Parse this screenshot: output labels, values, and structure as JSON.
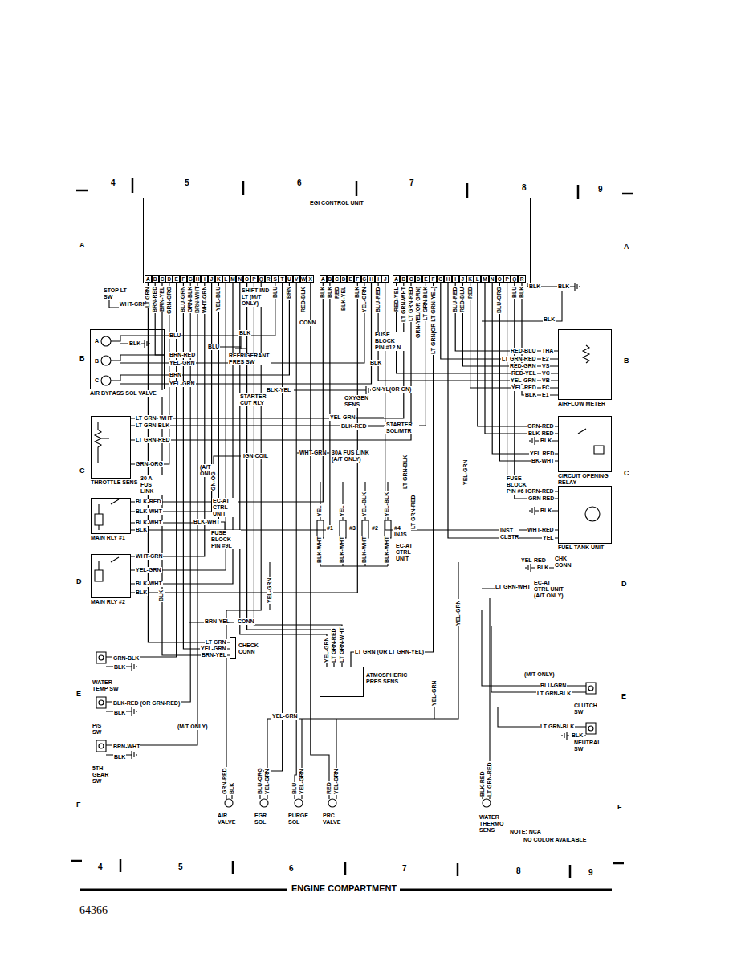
{
  "diagram": {
    "nodes": [
      {
        "text": [
          "EGI CONTROL UNIT"
        ]
      },
      {
        "text": [
          "AIR BYPASS SOL VALVE"
        ]
      },
      {
        "text": [
          "AIRFLOW METER"
        ]
      },
      {
        "text": [
          "THROTTLE SENS"
        ]
      },
      {
        "text": [
          "CIRCUIT OPENING RELAY"
        ]
      },
      {
        "text": [
          "FUEL TANK UNIT"
        ]
      },
      {
        "text": [
          "MAIN RLY #1"
        ]
      },
      {
        "text": [
          "MAIN RLY #2"
        ]
      },
      {
        "text": [
          "CHECK CONN"
        ]
      },
      {
        "text": [
          "ATMOSPHERIC PRES SENS"
        ]
      }
    ],
    "edges": [
      {
        "from": 1,
        "to": 0,
        "arrow": "none",
        "label": "BLU"
      },
      {
        "from": 1,
        "to": 0,
        "arrow": "none",
        "label": "BRN-RED"
      },
      {
        "from": 1,
        "to": 0,
        "arrow": "none",
        "label": "YEL-GRN"
      },
      {
        "from": 1,
        "to": 0,
        "arrow": "none",
        "label": "BRN"
      },
      {
        "from": 1,
        "to": 0,
        "arrow": "none",
        "label": "YEL-GRN"
      },
      {
        "from": 3,
        "to": 0,
        "arrow": "none",
        "label": "LT GRN- WHT"
      },
      {
        "from": 3,
        "to": 0,
        "arrow": "none",
        "label": "LT GRN-BLK"
      },
      {
        "from": 3,
        "to": 0,
        "arrow": "none",
        "label": "LT GRN-RED"
      },
      {
        "from": 3,
        "to": 0,
        "arrow": "none",
        "label": "GRN-ORG"
      },
      {
        "from": 6,
        "to": 0,
        "arrow": "none",
        "label": "BLK-RED"
      },
      {
        "from": 6,
        "to": 0,
        "arrow": "none",
        "label": "BLK-WHT"
      },
      {
        "from": 6,
        "to": 0,
        "arrow": "none",
        "label": "BLK-WHT"
      },
      {
        "from": 6,
        "to": 0,
        "arrow": "none",
        "label": "BLK"
      },
      {
        "from": 7,
        "to": 0,
        "arrow": "none",
        "label": "WHT-GRN"
      },
      {
        "from": 7,
        "to": 0,
        "arrow": "none",
        "label": "YEL-GRN"
      },
      {
        "from": 7,
        "to": 0,
        "arrow": "none",
        "label": "BLK-WHT"
      },
      {
        "from": 7,
        "to": 0,
        "arrow": "none",
        "label": "BLK"
      },
      {
        "from": 2,
        "to": 0,
        "arrow": "none",
        "label": "RED-BLU"
      },
      {
        "from": 2,
        "to": 0,
        "arrow": "none",
        "label": "LT GRN-RED"
      },
      {
        "from": 2,
        "to": 0,
        "arrow": "none",
        "label": "RED-GRN"
      },
      {
        "from": 2,
        "to": 0,
        "arrow": "none",
        "label": "RED-YEL"
      },
      {
        "from": 2,
        "to": 0,
        "arrow": "none",
        "label": "YEL-GRN"
      },
      {
        "from": 2,
        "to": 0,
        "arrow": "none",
        "label": "YEL-RED"
      },
      {
        "from": 2,
        "to": 0,
        "arrow": "none",
        "label": "BLK"
      },
      {
        "from": 4,
        "to": 0,
        "arrow": "none",
        "label": "GRN-RED"
      },
      {
        "from": 4,
        "to": 0,
        "arrow": "none",
        "label": "BLK-RED"
      },
      {
        "from": 4,
        "to": 0,
        "arrow": "none",
        "label": "YEL RED"
      },
      {
        "from": 4,
        "to": 0,
        "arrow": "none",
        "label": "BK-WHT"
      },
      {
        "from": 5,
        "to": 0,
        "arrow": "none",
        "label": "GRN-RED"
      },
      {
        "from": 5,
        "to": 0,
        "arrow": "none",
        "label": "GRN RED"
      },
      {
        "from": 5,
        "to": 0,
        "arrow": "none",
        "label": "WHT-RED"
      },
      {
        "from": 5,
        "to": 0,
        "arrow": "none",
        "label": "YEL"
      },
      {
        "from": 9,
        "to": 0,
        "arrow": "none",
        "label": "YEL-GRN"
      },
      {
        "from": 9,
        "to": 0,
        "arrow": "none",
        "label": "LT GRN-RED"
      },
      {
        "from": 9,
        "to": 0,
        "arrow": "none",
        "label": "LT GRN-WHT"
      },
      {
        "from": 9,
        "to": 0,
        "arrow": "none",
        "label": "LT GRN (OR LT GRN-YEL)"
      },
      {
        "from": 8,
        "to": 0,
        "arrow": "none",
        "label": "LT GRN"
      },
      {
        "from": 8,
        "to": 0,
        "arrow": "none",
        "label": "YEL-GRN"
      },
      {
        "from": 8,
        "to": 0,
        "arrow": "none",
        "label": "BRN-YEL"
      }
    ],
    "labels": [
      "A",
      "B",
      "C",
      "D",
      "E",
      "F",
      "G",
      "H",
      "I",
      "J",
      "K",
      "L",
      "M",
      "N",
      "O",
      "P",
      "Q",
      "R",
      "S",
      "T",
      "U",
      "V",
      "W",
      "X",
      "A",
      "B",
      "C",
      "D",
      "E",
      "F",
      "G",
      "H",
      "I",
      "J",
      "A",
      "B",
      "C",
      "D",
      "E",
      "F",
      "G",
      "H",
      "I",
      "J",
      "K",
      "L",
      "M",
      "N",
      "O",
      "P",
      "Q",
      "R",
      "4",
      "5",
      "6",
      "7",
      "8",
      "9",
      "4",
      "5",
      "6",
      "7",
      "8",
      "9",
      "A",
      "A",
      "B",
      "B",
      "C",
      "C",
      "D",
      "D",
      "E",
      "E",
      "F",
      "F",
      "ENGINE COMPARTMENT",
      "64366",
      "NOTE: NCA",
      "NO COLOR AVAILABLE",
      "STOP LT SW",
      "WHT-GRN",
      "SHIFT IND LT (M/T ONLY)",
      "CONN",
      "BLK",
      "BLU",
      "REFRIGERANT PRES SW",
      "FUSE BLOCK PIN #12 N",
      "BLK",
      "BLK-YEL",
      "STARTER CUT RLY",
      "GN-YL(OR GN)",
      "OXYGEN SENS",
      "YEL-GRN",
      "BLK-RED",
      "STARTER SOL/MTR",
      "WHT-GRN",
      "30A FUS LINK (A/T ONLY)",
      "IGN COIL",
      "(A/T ONLY)",
      "GN-OG",
      "EC-AT CTRL UNIT",
      "30 A FUS LINK",
      "BLK-WHT",
      "FUSE BLOCK PIN #9L",
      "YEL",
      "YEL",
      "YEL-BLK",
      "YEL-BLK",
      "#1",
      "#3",
      "#2",
      "#4 INJS",
      "BLK-WHT",
      "BLK-WHT",
      "BLK-WHT",
      "BLK-WHT",
      "LT GRN-BLK",
      "LT GRN-RED",
      "EC-AT CTRL UNIT",
      "YEL-GRN",
      "FUSE BLOCK PIN #6 I",
      "INST CLSTR",
      "BLK",
      "YEL-RED",
      "BLK",
      "CHK CONN",
      "LT GRN-WHT",
      "EC-AT CTRL UNIT (A/T ONLY)",
      "BLK",
      "BRN-YEL",
      "CONN",
      "YEL-GRN",
      "YEL-GRN",
      "GRN-BLK",
      "BLK",
      "WATER TEMP SW",
      "BLK-RED (OR GRN-RED)",
      "BLK",
      "P/S SW",
      "(M/T ONLY)",
      "BRN-WHT",
      "BLK",
      "5TH GEAR SW",
      "YEL-GRN",
      "(M/T ONLY)",
      "BLU-GRN",
      "LT GRN-BLK",
      "CLUTCH SW",
      "LT GRN-BLK",
      "BLK",
      "NEUTRAL SW",
      "YEL-GRN",
      "GRN-RED",
      "BLK",
      "BLU-ORG",
      "YEL-GRN",
      "BLU",
      "YEL-GRN",
      "RED",
      "YEL-GRN",
      "BLK-RED",
      "LT GRN-RED",
      "AIR VALVE",
      "EGR SOL",
      "PURGE SOL",
      "PRC VALVE",
      "WATER THERMO SENS",
      "A",
      "B",
      "C",
      "THA",
      "E2",
      "VS",
      "VC",
      "VB",
      "FC",
      "E1",
      "BLK",
      "BLK",
      "BLK",
      "BLK",
      "BLK",
      "LT GRN",
      "BRN-RED",
      "BRN-YEL",
      "GRN-ORG",
      "BLU-GRN",
      "GRN-BLK",
      "BRN-WHT",
      "WHT-GRN",
      "YEL-BLU",
      "BLU",
      "BRN",
      "RED-BLK",
      "BLK",
      "BLK",
      "RED",
      "BLK-YEL",
      "BLK",
      "YEL-GRN",
      "BLU-RED",
      "RED-YEL",
      "LT GRN-WHT",
      "LT GRN-RED",
      "GRN-YEL(OR GRN)",
      "LT GRN-BLK",
      "LT GRN(OR LT GRN-YEL)",
      "BLU-RED",
      "RED-BLU",
      "RED",
      "BLU-ORG",
      "BLU",
      "BLK"
    ]
  }
}
